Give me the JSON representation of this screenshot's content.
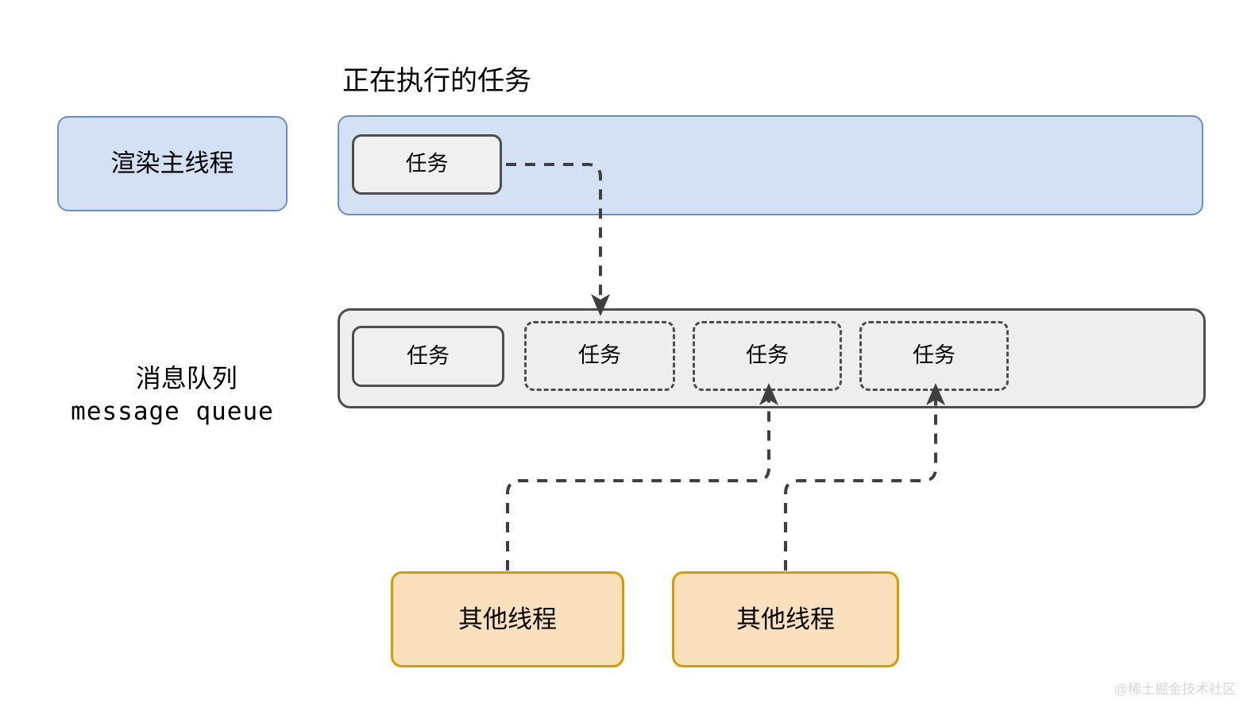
{
  "diagram": {
    "title": "正在执行的任务",
    "watermark": "@稀土掘金技术社区",
    "main_thread": {
      "label": "渲染主线程",
      "running_task": "任务"
    },
    "queue": {
      "label_cn": "消息队列",
      "label_en": "message queue",
      "tasks": [
        {
          "label": "任务",
          "style": "solid"
        },
        {
          "label": "任务",
          "style": "dashed"
        },
        {
          "label": "任务",
          "style": "dashed"
        },
        {
          "label": "任务",
          "style": "dashed"
        }
      ]
    },
    "other_threads": [
      {
        "label": "其他线程"
      },
      {
        "label": "其他线程"
      }
    ],
    "colors": {
      "thread_fill": "#d4e1f5",
      "thread_border": "#6c8ebf",
      "queue_fill": "#eeeeee",
      "queue_border": "#4d4d4d",
      "other_thread_fill": "#fbe0bd",
      "other_thread_border": "#d79b00",
      "arrow": "#3f3f3f",
      "watermark": "#d8d8d8"
    }
  }
}
